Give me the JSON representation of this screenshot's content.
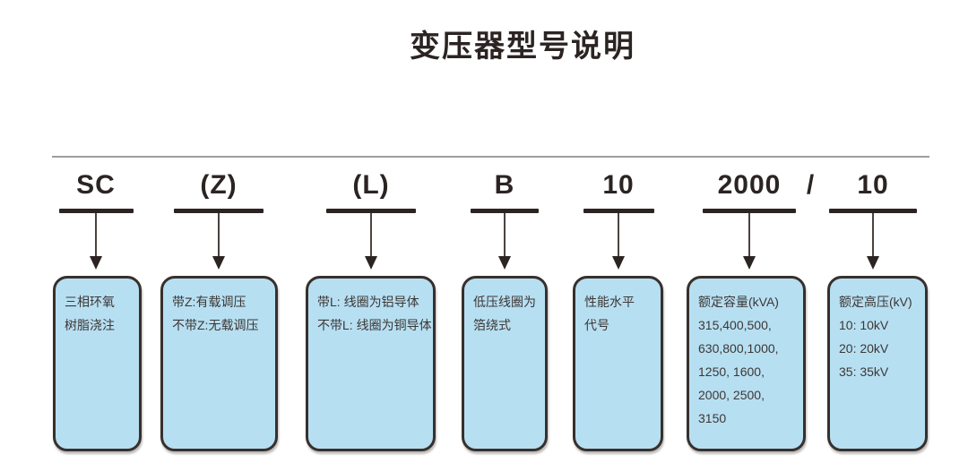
{
  "page_title": "变压器型号说明",
  "separator": "/",
  "columns": [
    {
      "code": "SC",
      "description_lines": [
        "三相环氧",
        "树脂浇注"
      ]
    },
    {
      "code": "(Z)",
      "description_lines": [
        "带Z:有载调压",
        "不带Z:无载调压"
      ]
    },
    {
      "code": "(L)",
      "description_lines": [
        "带L: 线圈为铝导体",
        "不带L: 线圈为铜导体"
      ]
    },
    {
      "code": "B",
      "description_lines": [
        "低压线圈为",
        "箔绕式"
      ]
    },
    {
      "code": "10",
      "description_lines": [
        "性能水平",
        "代号"
      ]
    },
    {
      "code": "2000",
      "description_lines": [
        "额定容量(kVA)",
        "315,400,500,",
        "630,800,1000,",
        "1250, 1600,",
        "2000, 2500,",
        "3150"
      ]
    },
    {
      "code": "10",
      "description_lines": [
        "额定高压(kV)",
        "10: 10kV",
        "20: 20kV",
        "35: 35kV"
      ]
    }
  ],
  "colors": {
    "box_fill": "#b7dff2",
    "box_border": "#37302c",
    "code_text": "#2b2422",
    "body_text": "#3d3734",
    "rule": "#9e9e9e"
  }
}
